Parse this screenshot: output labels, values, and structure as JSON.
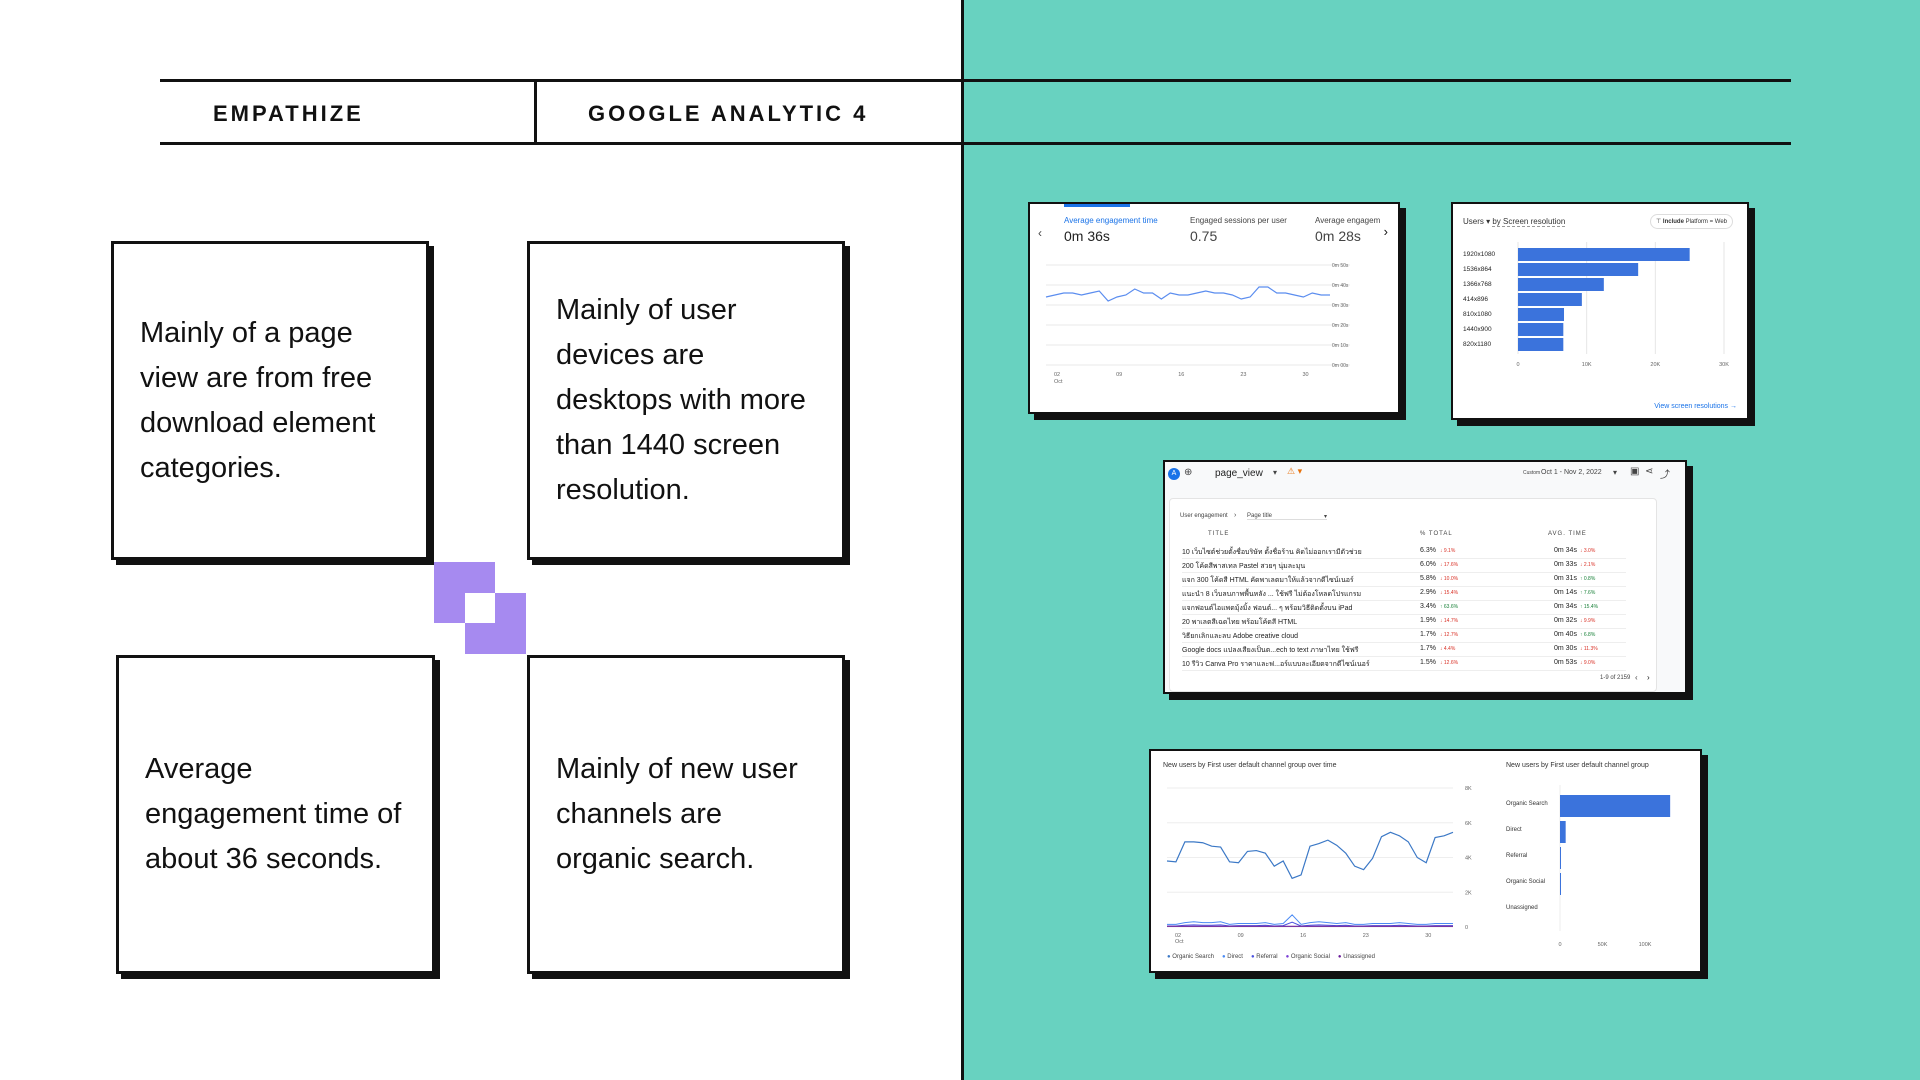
{
  "header": {
    "left": "EMPATHIZE",
    "right": "GOOGLE ANALYTIC 4"
  },
  "insights": [
    "Mainly of a page view are from free download element categories.",
    "Mainly of user devices are desktops with more than 1440 screen resolution.",
    "Average engagement time of about 36 seconds.",
    "Mainly of new user channels are organic search."
  ],
  "engagement_card": {
    "metrics": [
      {
        "label": "Average engagement time",
        "value": "0m 36s"
      },
      {
        "label": "Engaged sessions per user",
        "value": "0.75"
      },
      {
        "label": "Average engagem",
        "value": "0m 28s"
      }
    ],
    "y_ticks": [
      "0m 50s",
      "0m 40s",
      "0m 30s",
      "0m 20s",
      "0m 10s",
      "0m 00s"
    ],
    "x_ticks": [
      "02",
      "09",
      "16",
      "23",
      "30"
    ],
    "x_sub": "Oct",
    "series": [
      34,
      35,
      36,
      36,
      35,
      36,
      37,
      32,
      34,
      35,
      38,
      36,
      36,
      33,
      36,
      35,
      35,
      36,
      37,
      36,
      36,
      35,
      33,
      34,
      39,
      39,
      36,
      36,
      35,
      34,
      36,
      35,
      35
    ]
  },
  "resolution_card": {
    "title_metric": "Users",
    "title_by": "by Screen resolution",
    "filter_bold": "Include",
    "filter_text": "Platform = Web",
    "categories": [
      "1920x1080",
      "1536x864",
      "1366x768",
      "414x896",
      "810x1080",
      "1440x900",
      "820x1180"
    ],
    "values": [
      25000,
      17500,
      12500,
      9300,
      6700,
      6600,
      6600
    ],
    "x_ticks": [
      "0",
      "10K",
      "20K",
      "30K"
    ],
    "xmax": 30000,
    "link": "View screen resolutions →"
  },
  "page_view_card": {
    "avatar": "A",
    "event": "page_view",
    "date_label": "Custom",
    "date": "Oct 1 - Nov 2, 2022",
    "breadcrumb": "User engagement",
    "dimension": "Page title",
    "columns": [
      "TITLE",
      "% TOTAL",
      "AVG. TIME"
    ],
    "rows": [
      {
        "title": "10 เว็บไซต์ช่วยตั้งชื่อบริษัท ตั้งชื่อร้าน คิดไม่ออกเรามีตัวช่วย",
        "pct": "6.3%",
        "pct_ch": "↓ 9.1%",
        "pct_dir": "dn",
        "time": "0m 34s",
        "time_ch": "↓ 3.0%",
        "time_dir": "dn"
      },
      {
        "title": "200 โค้ดสีพาสเทล Pastel สวยๆ นุ่มละมุน",
        "pct": "6.0%",
        "pct_ch": "↓ 17.6%",
        "pct_dir": "dn",
        "time": "0m 33s",
        "time_ch": "↓ 2.1%",
        "time_dir": "dn"
      },
      {
        "title": "แจก 300 โค้ดสี HTML คัดพาเลตมาให้แล้วจากดีไซน์เนอร์",
        "pct": "5.8%",
        "pct_ch": "↓ 10.0%",
        "pct_dir": "dn",
        "time": "0m 31s",
        "time_ch": "↑ 0.8%",
        "time_dir": "up"
      },
      {
        "title": "แนะนำ 8 เว็บลบภาพพื้นหลัง ... ใช้ฟรี ไม่ต้องโหลดโปรแกรม",
        "pct": "2.9%",
        "pct_ch": "↓ 15.4%",
        "pct_dir": "dn",
        "time": "0m 14s",
        "time_ch": "↑ 7.6%",
        "time_dir": "up"
      },
      {
        "title": "แจกฟอนต์ไอแพดมุ้งมิ้ง ฟอนต์... ๆ พร้อมวิธีติดตั้งบน iPad",
        "pct": "3.4%",
        "pct_ch": "↑ 63.6%",
        "pct_dir": "up",
        "time": "0m 34s",
        "time_ch": "↑ 15.4%",
        "time_dir": "up"
      },
      {
        "title": "20 พาเลตสีเฉดไทย พร้อมโค้ดสี HTML",
        "pct": "1.9%",
        "pct_ch": "↓ 14.7%",
        "pct_dir": "dn",
        "time": "0m 32s",
        "time_ch": "↓ 9.9%",
        "time_dir": "dn"
      },
      {
        "title": "วิธียกเลิกและลบ Adobe creative cloud",
        "pct": "1.7%",
        "pct_ch": "↓ 12.7%",
        "pct_dir": "dn",
        "time": "0m 40s",
        "time_ch": "↑ 6.8%",
        "time_dir": "up"
      },
      {
        "title": "Google docs แปลงเสียงเป็นต...ech to text ภาษาไทย ใช้ฟรี",
        "pct": "1.7%",
        "pct_ch": "↓ 4.4%",
        "pct_dir": "dn",
        "time": "0m 30s",
        "time_ch": "↓ 11.3%",
        "time_dir": "dn"
      },
      {
        "title": "10 รีวิว Canva Pro ราคาและฟ...อร์แบบละเอียดจากดีไซน์เนอร์",
        "pct": "1.5%",
        "pct_ch": "↓ 12.6%",
        "pct_dir": "dn",
        "time": "0m 53s",
        "time_ch": "↓ 9.0%",
        "time_dir": "dn"
      }
    ],
    "pagination": "1-9 of 2159"
  },
  "channel_card": {
    "line_title": "New users by First user default channel group over time",
    "bar_title": "New users by First user default channel group",
    "y_ticks": [
      "8K",
      "6K",
      "4K",
      "2K",
      "0"
    ],
    "x_ticks": [
      "02",
      "09",
      "16",
      "23",
      "30"
    ],
    "x_sub": "Oct",
    "organic": [
      3800,
      3750,
      4900,
      4900,
      4850,
      4650,
      4600,
      3750,
      3700,
      4350,
      4400,
      4250,
      3500,
      3800,
      2800,
      3000,
      4650,
      4800,
      5000,
      4700,
      4250,
      3500,
      3300,
      3950,
      5200,
      5450,
      5250,
      4900,
      4000,
      3700,
      5150,
      5250,
      5450
    ],
    "direct": [
      150,
      150,
      250,
      300,
      250,
      250,
      300,
      150,
      200,
      200,
      200,
      250,
      150,
      200,
      700,
      150,
      250,
      300,
      250,
      200,
      250,
      150,
      150,
      200,
      200,
      200,
      250,
      200,
      150,
      150,
      200,
      200,
      200
    ],
    "legend": [
      {
        "name": "Organic Search",
        "color": "#3b78c6"
      },
      {
        "name": "Direct",
        "color": "#4a8af4"
      },
      {
        "name": "Referral",
        "color": "#4b52e0"
      },
      {
        "name": "Organic Social",
        "color": "#7b3fd6"
      },
      {
        "name": "Unassigned",
        "color": "#6a1b9a"
      }
    ],
    "bar_categories": [
      "Organic Search",
      "Direct",
      "Referral",
      "Organic Social",
      "Unassigned"
    ],
    "bar_values": [
      136000,
      7000,
      1200,
      600,
      0
    ],
    "bar_ticks": [
      "0",
      "50K",
      "100K"
    ],
    "bar_max": 100000
  },
  "colors": {
    "teal": "#68d2c0",
    "purple": "#a68af0",
    "bar": "#3b73dc"
  }
}
